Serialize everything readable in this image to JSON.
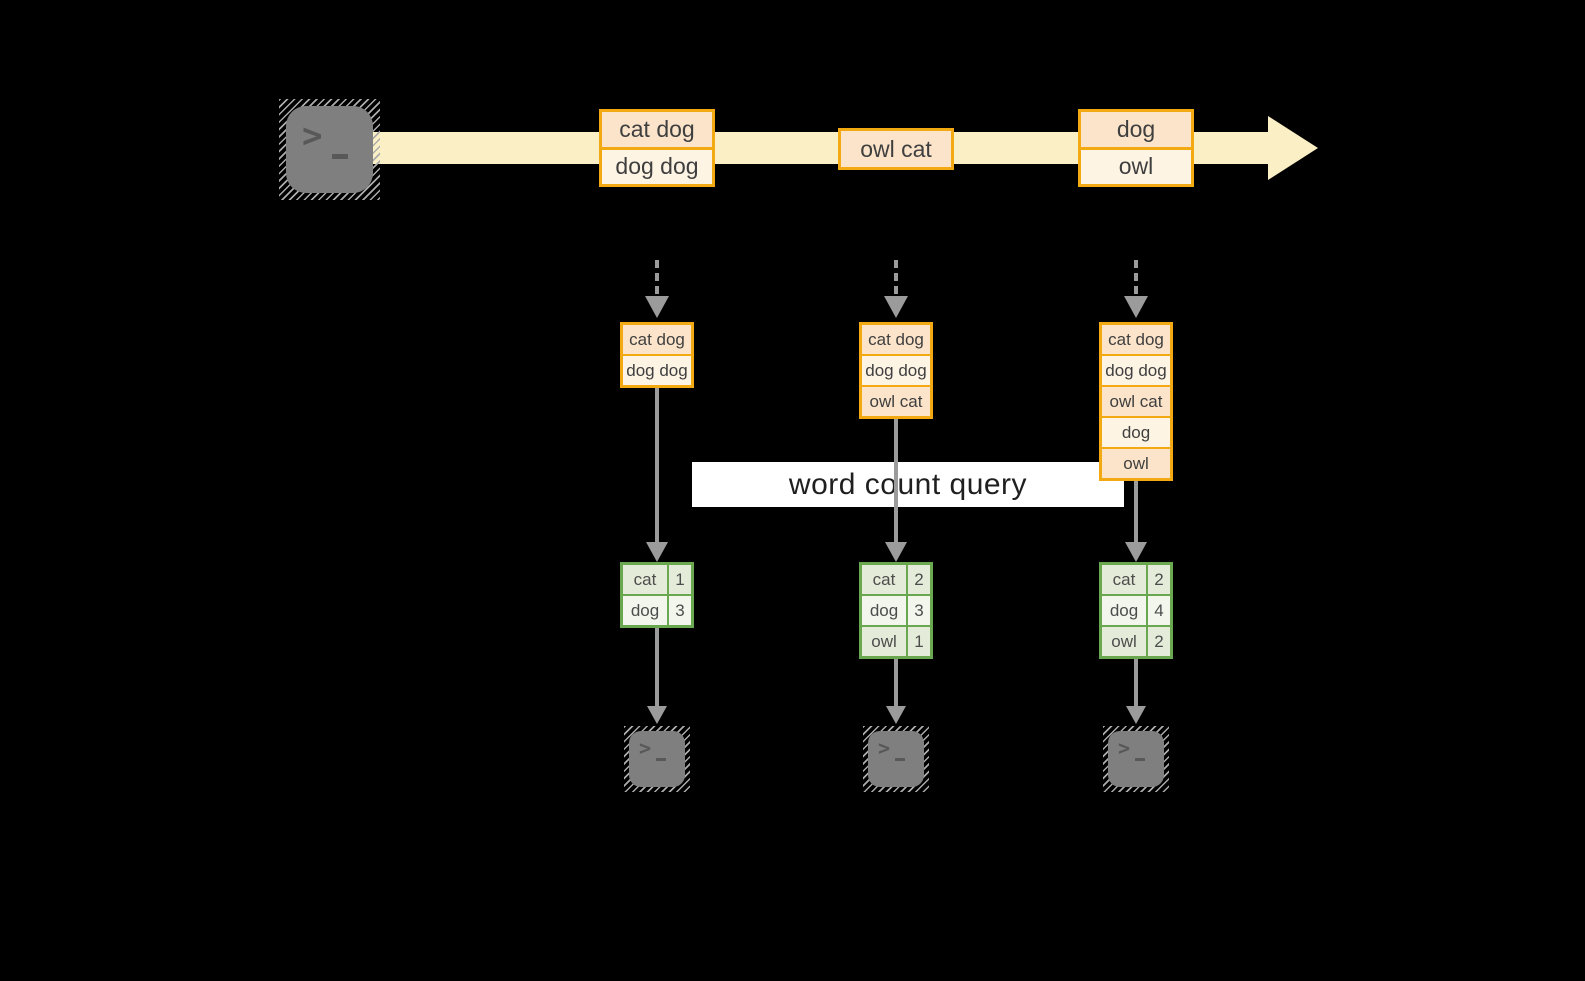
{
  "query": {
    "label": "word count query"
  },
  "stream": {
    "batches": [
      {
        "records": [
          "cat dog",
          "dog dog"
        ]
      },
      {
        "records": [
          "owl cat"
        ]
      },
      {
        "records": [
          "dog",
          "owl"
        ]
      }
    ]
  },
  "states": [
    {
      "records": [
        "cat dog",
        "dog dog"
      ]
    },
    {
      "records": [
        "cat dog",
        "dog dog",
        "owl cat"
      ]
    },
    {
      "records": [
        "cat dog",
        "dog dog",
        "owl cat",
        "dog",
        "owl"
      ]
    }
  ],
  "results": [
    {
      "rows": [
        {
          "word": "cat",
          "count": "1"
        },
        {
          "word": "dog",
          "count": "3"
        }
      ]
    },
    {
      "rows": [
        {
          "word": "cat",
          "count": "2"
        },
        {
          "word": "dog",
          "count": "3"
        },
        {
          "word": "owl",
          "count": "1"
        }
      ]
    },
    {
      "rows": [
        {
          "word": "cat",
          "count": "2"
        },
        {
          "word": "dog",
          "count": "4"
        },
        {
          "word": "owl",
          "count": "2"
        }
      ]
    }
  ],
  "icons": {
    "source": "terminal-icon",
    "sink": "terminal-icon"
  },
  "colors": {
    "background": "#000000",
    "stream_band": "#FBEFC5",
    "record_border": "#F2A912",
    "record_fill_dark": "#FBE4CA",
    "record_fill_light": "#FDF4E4",
    "table_border": "#6AA84F",
    "table_fill_dark": "#E4ECD9",
    "table_fill_light": "#F2F6EC",
    "arrow_gray": "#9B9B9B",
    "query_band": "#FFFFFF",
    "text": "#3F3F3F"
  }
}
